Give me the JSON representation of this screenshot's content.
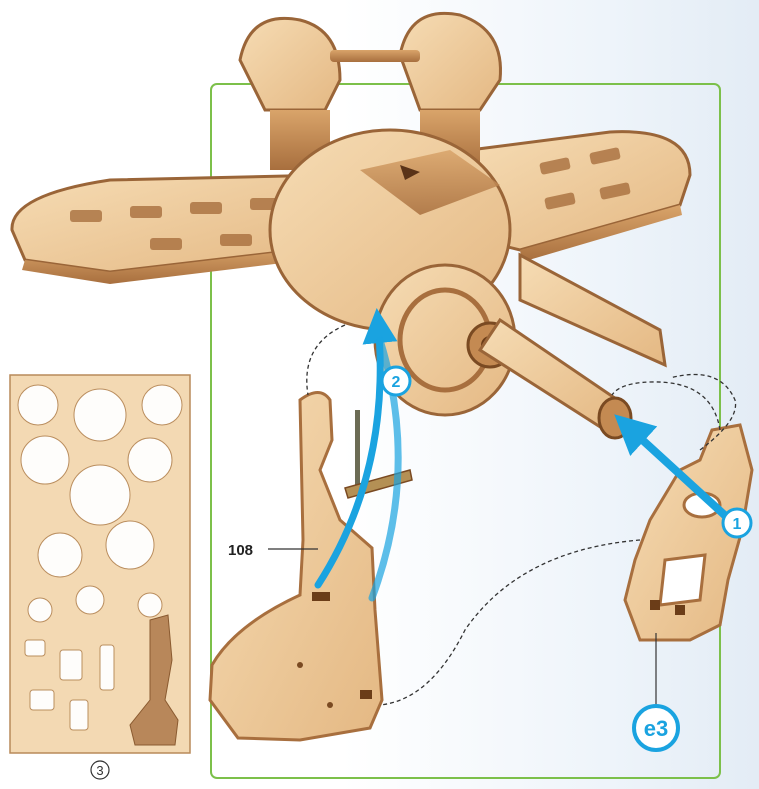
{
  "diagram": {
    "steps": [
      {
        "number": "1"
      },
      {
        "number": "2"
      }
    ],
    "parts": [
      {
        "label": "108"
      },
      {
        "label": "e3"
      }
    ],
    "sheet": {
      "label": "3"
    },
    "colors": {
      "frame": "#7cc04a",
      "arrow": "#1aa3e0",
      "wood_light": "#f1d3a8",
      "wood_mid": "#dfae74",
      "wood_edge": "#9a6538",
      "leader": "#333333"
    }
  }
}
